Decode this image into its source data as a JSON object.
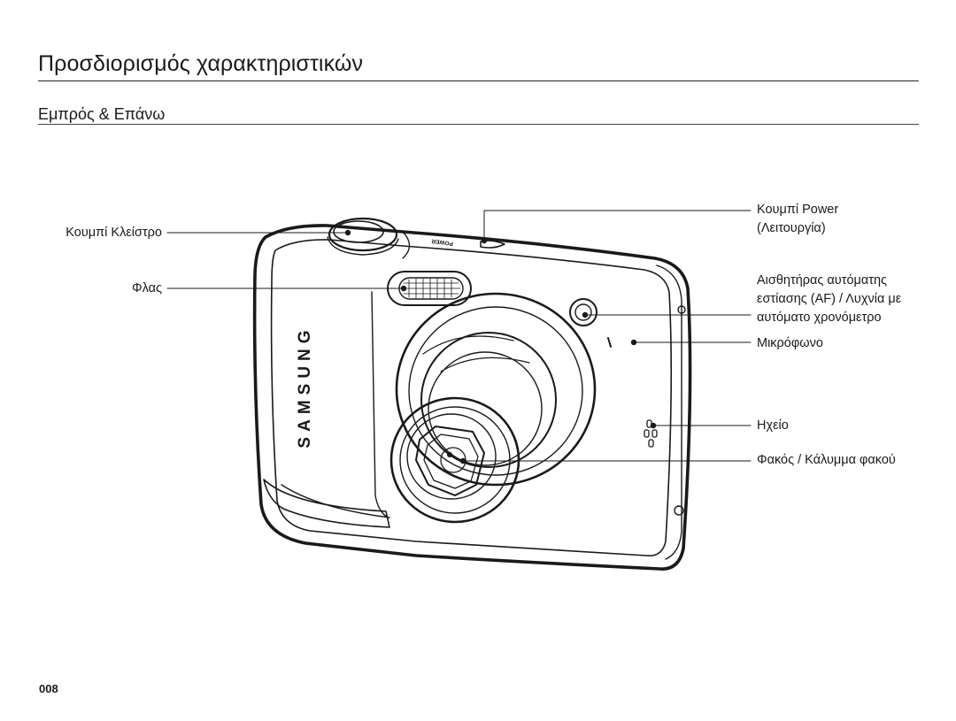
{
  "page": {
    "title": "Προσδιορισμός χαρακτηριστικών",
    "section": "Εμπρός & Επάνω",
    "page_number": "008"
  },
  "camera": {
    "brand": "SAMSUNG",
    "power_engraving": "POWER"
  },
  "callouts": {
    "shutter": "Κουμπί Κλείστρο",
    "flash": "Φλας",
    "power_line1": "Κουμπί Power",
    "power_line2": "(Λειτουργία)",
    "af_line1": "Αισθητήρας αυτόματης",
    "af_line2": "εστίασης (AF) / Λυχνία με",
    "af_line3": "αυτόματο χρονόμετρο",
    "microphone": "Μικρόφωνο",
    "speaker": "Ηχείο",
    "lens": "Φακός / Κάλυμμα φακού"
  }
}
